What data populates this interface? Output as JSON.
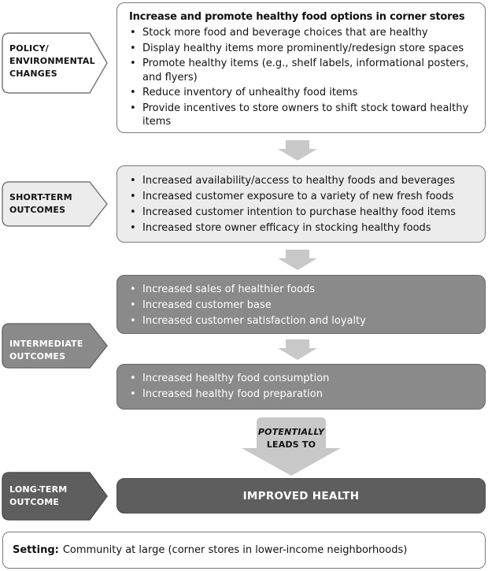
{
  "stages": {
    "policy_label": "POLICY/\nENVIRONMENTAL\nCHANGES",
    "short_label": "SHORT-TERM\nOUTCOMES",
    "intermediate_label": "INTERMEDIATE\nOUTCOMES",
    "long_label": "LONG-TERM\nOUTCOME"
  },
  "policy": {
    "heading": "Increase and promote healthy food options in corner stores",
    "items": [
      "Stock more food and beverage choices that are healthy",
      "Display healthy items more prominently/redesign store spaces",
      "Promote healthy items (e.g., shelf labels, informational posters, and flyers)",
      "Reduce inventory of unhealthy food items",
      "Provide incentives to store owners to shift stock toward healthy items"
    ]
  },
  "short_term": {
    "items": [
      "Increased availability/access to healthy foods and beverages",
      "Increased customer exposure to a variety of new fresh foods",
      "Increased customer intention to purchase healthy food items",
      "Increased store owner efficacy in stocking healthy foods"
    ]
  },
  "intermediate_a": {
    "items": [
      "Increased sales of healthier foods",
      "Increased customer base",
      "Increased customer satisfaction and loyalty"
    ]
  },
  "intermediate_b": {
    "items": [
      "Increased healthy food consumption",
      "Increased healthy food preparation"
    ]
  },
  "connector": {
    "potentially": "POTENTIALLY",
    "leads_to": "LEADS TO"
  },
  "long_term": {
    "text": "IMPROVED HEALTH"
  },
  "setting": {
    "label": "Setting:",
    "text": "Community at large (corner stores in lower-income neighborhoods)"
  }
}
